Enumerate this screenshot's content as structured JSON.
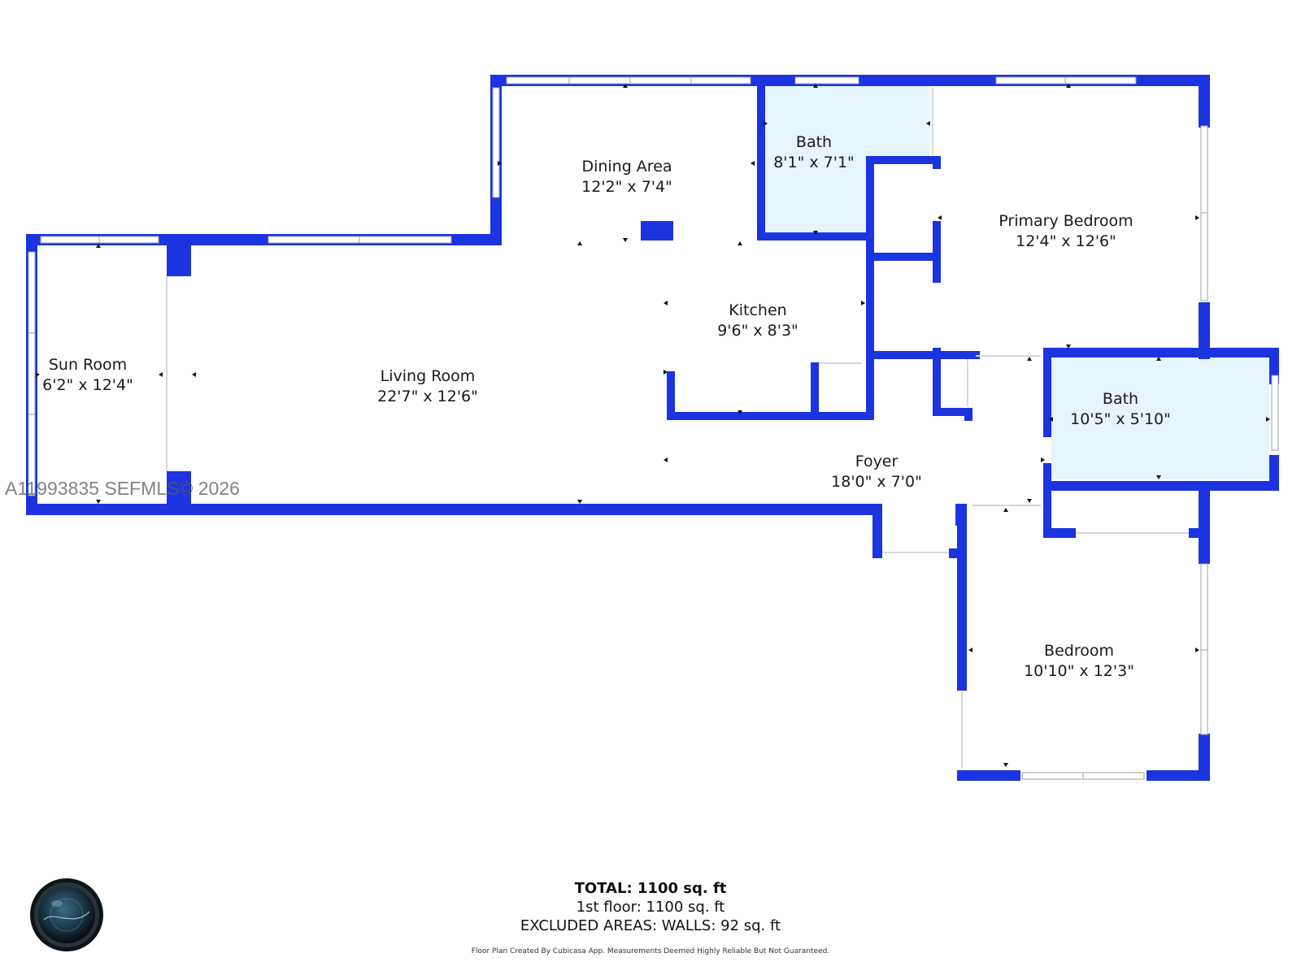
{
  "colors": {
    "wall": "#1b34e0",
    "bath_fill": "#e6f4fd",
    "window": "#ffffff"
  },
  "rooms": {
    "dining": {
      "name": "Dining Area",
      "dims": "12'2\" x 7'4\""
    },
    "bath1": {
      "name": "Bath",
      "dims": "8'1\" x 7'1\""
    },
    "primary": {
      "name": "Primary Bedroom",
      "dims": "12'4\" x 12'6\""
    },
    "kitchen": {
      "name": "Kitchen",
      "dims": "9'6\" x 8'3\""
    },
    "sun": {
      "name": "Sun Room",
      "dims": "6'2\" x 12'4\""
    },
    "living": {
      "name": "Living Room",
      "dims": "22'7\" x 12'6\""
    },
    "bath2": {
      "name": "Bath",
      "dims": "10'5\" x 5'10\""
    },
    "foyer": {
      "name": "Foyer",
      "dims": "18'0\" x 7'0\""
    },
    "bedroom": {
      "name": "Bedroom",
      "dims": "10'10\" x 12'3\""
    }
  },
  "watermark": "A11993835  SEFMLS© 2026",
  "totals": {
    "total": "TOTAL: 1100 sq. ft",
    "floor": "1st floor: 1100 sq. ft",
    "excluded": "EXCLUDED AREAS: WALLS: 92 sq. ft"
  },
  "credit": "Floor Plan Created By Cubicasa App. Measurements Deemed Highly Reliable But Not Guaranteed.",
  "logo_icon": "camera-lens-logo-icon"
}
